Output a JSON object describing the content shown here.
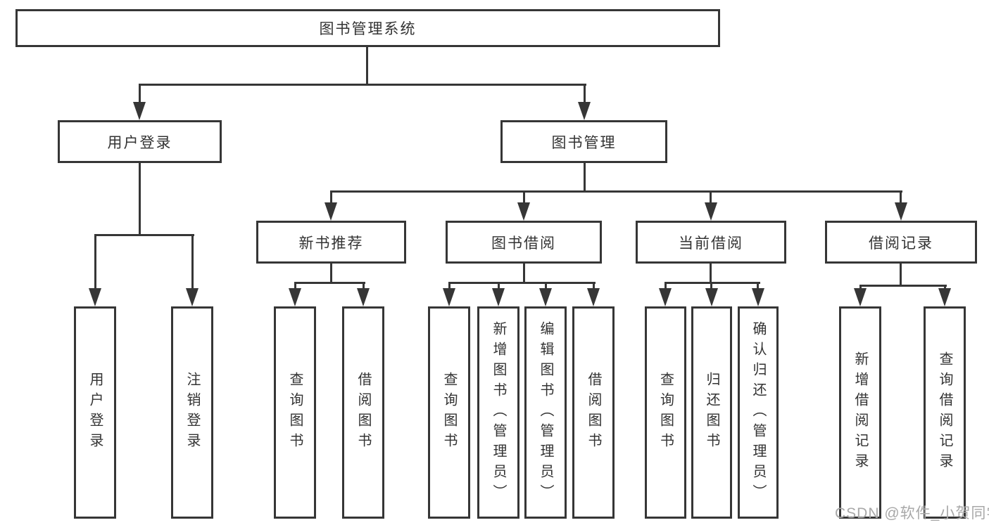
{
  "tree": {
    "root": {
      "label": "图书管理系统"
    },
    "branches": [
      {
        "label": "用户登录",
        "leaves": [
          {
            "label": "用户登录"
          },
          {
            "label": "注销登录"
          }
        ]
      },
      {
        "label": "图书管理",
        "groups": [
          {
            "label": "新书推荐",
            "leaves": [
              {
                "label": "查询图书"
              },
              {
                "label": "借阅图书"
              }
            ]
          },
          {
            "label": "图书借阅",
            "leaves": [
              {
                "label": "查询图书"
              },
              {
                "label": "新增图书（管理员）"
              },
              {
                "label": "编辑图书（管理员）"
              },
              {
                "label": "借阅图书"
              }
            ]
          },
          {
            "label": "当前借阅",
            "leaves": [
              {
                "label": "查询图书"
              },
              {
                "label": "归还图书"
              },
              {
                "label": "确认归还（管理员）"
              }
            ]
          },
          {
            "label": "借阅记录",
            "leaves": [
              {
                "label": "新增借阅记录"
              },
              {
                "label": "查询借阅记录"
              }
            ]
          }
        ]
      }
    ]
  },
  "colors": {
    "line": "#363636",
    "text": "#333333",
    "watermark": "#a8a8a8"
  },
  "watermark": "CSDN @软件_小贺同学"
}
